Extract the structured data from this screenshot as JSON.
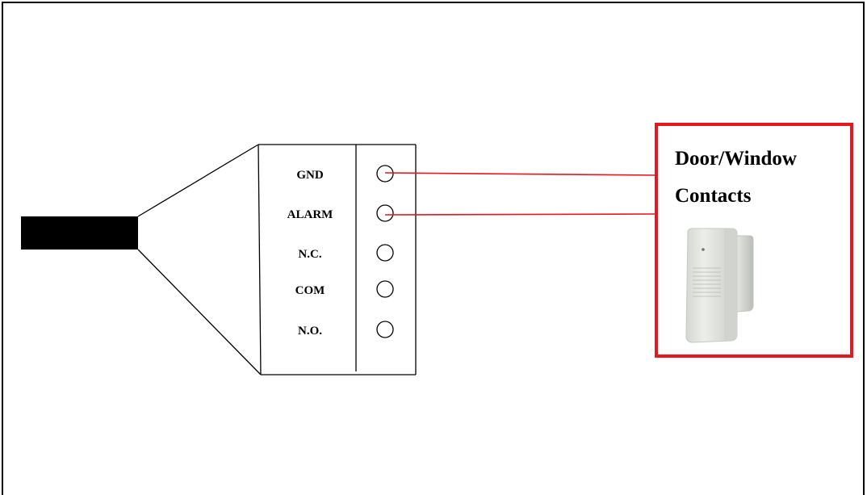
{
  "terminals": [
    {
      "label": "GND",
      "wired": true
    },
    {
      "label": "ALARM",
      "wired": true
    },
    {
      "label": "N.C.",
      "wired": false
    },
    {
      "label": "COM",
      "wired": false
    },
    {
      "label": "N.O.",
      "wired": false
    }
  ],
  "device": {
    "title_line1": "Door/Window",
    "title_line2": "Contacts",
    "icon": "door-window-contact-sensor-icon"
  },
  "colors": {
    "wire": "#e8161e",
    "device_border": "#e8161e",
    "line": "#000000",
    "cable": "#000000"
  }
}
